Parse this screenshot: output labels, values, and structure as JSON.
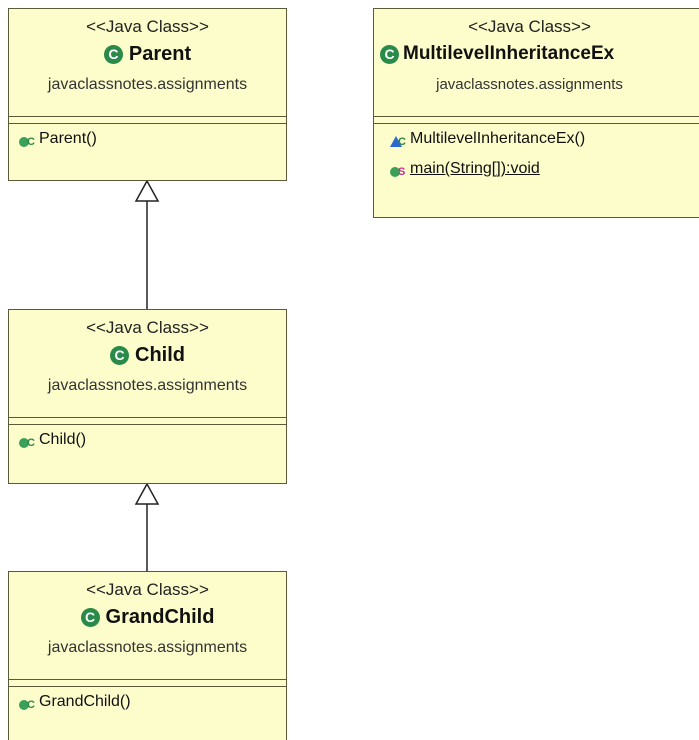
{
  "classes": {
    "parent": {
      "stereotype": "<<Java Class>>",
      "icon_letter": "C",
      "name": "Parent",
      "package": "javaclassnotes.assignments",
      "members": [
        {
          "icon": "constructor-icon",
          "modifier": "C",
          "signature": "Parent()"
        }
      ]
    },
    "child": {
      "stereotype": "<<Java Class>>",
      "icon_letter": "C",
      "name": "Child",
      "package": "javaclassnotes.assignments",
      "members": [
        {
          "icon": "constructor-icon",
          "modifier": "C",
          "signature": "Child()"
        }
      ]
    },
    "grandchild": {
      "stereotype": "<<Java Class>>",
      "icon_letter": "C",
      "name": "GrandChild",
      "package": "javaclassnotes.assignments",
      "members": [
        {
          "icon": "constructor-icon",
          "modifier": "C",
          "signature": "GrandChild()"
        }
      ]
    },
    "multilevel": {
      "stereotype": "<<Java Class>>",
      "icon_letter": "C",
      "name": "MultilevelInheritanceEx",
      "package": "javaclassnotes.assignments",
      "members": [
        {
          "icon": "package-constructor-icon",
          "modifier": "C",
          "signature": "MultilevelInheritanceEx()"
        },
        {
          "icon": "static-method-icon",
          "modifier": "S",
          "signature": "main(String[]):void"
        }
      ]
    }
  },
  "colors": {
    "class_fill": "#fdfccb",
    "class_icon": "#2a8a4a",
    "public_member": "#3aa05a",
    "package_member": "#2a6ad0",
    "static_modifier": "#c0309a"
  },
  "relations": [
    {
      "type": "generalization",
      "from": "child",
      "to": "parent"
    },
    {
      "type": "generalization",
      "from": "grandchild",
      "to": "child"
    }
  ]
}
